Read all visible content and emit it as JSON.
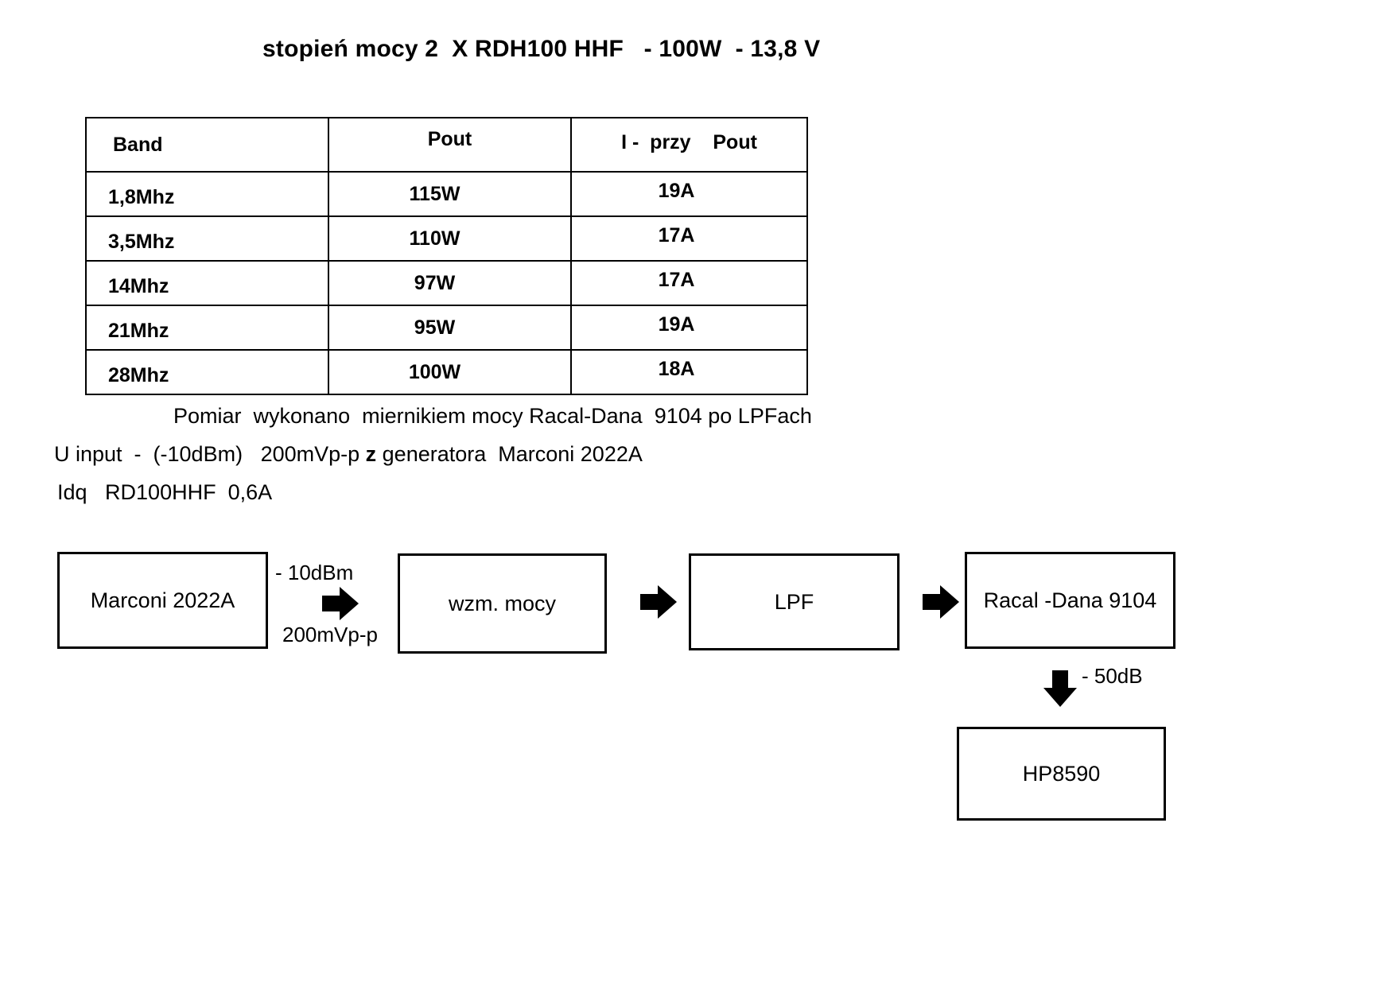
{
  "title": "stopień mocy 2  X RDH100 HHF   - 100W  - 13,8 V",
  "table": {
    "headers": {
      "band": "Band",
      "pout": "Pout",
      "current": "I -  przy    Pout"
    },
    "rows": [
      {
        "band": "1,8Mhz",
        "pout": "115W",
        "current": "19A"
      },
      {
        "band": "3,5Mhz",
        "pout": "110W",
        "current": "17A"
      },
      {
        "band": "14Mhz",
        "pout": "97W",
        "current": "17A"
      },
      {
        "band": "21Mhz",
        "pout": "95W",
        "current": "19A"
      },
      {
        "band": "28Mhz",
        "pout": "100W",
        "current": "18A"
      }
    ]
  },
  "notes": {
    "measurement": "Pomiar  wykonano  miernikiem mocy Racal-Dana  9104 po LPFach",
    "input_prefix": "U input  -  (-10dBm)   200mVp-p ",
    "input_bold": "z",
    "input_suffix": " generatora  Marconi 2022A",
    "idq": "Idq   RD100HHF  0,6A"
  },
  "diagram": {
    "blocks": {
      "generator": "Marconi 2022A",
      "amplifier": "wzm. mocy",
      "filter": "LPF",
      "power_meter": "Racal -Dana 9104",
      "analyzer": "HP8590"
    },
    "edge_labels": {
      "level_dbm": "- 10dBm",
      "level_mv": "200mVp-p",
      "attenuation": "- 50dB"
    }
  },
  "colors": {
    "ink": "#000000",
    "paper": "#ffffff"
  }
}
